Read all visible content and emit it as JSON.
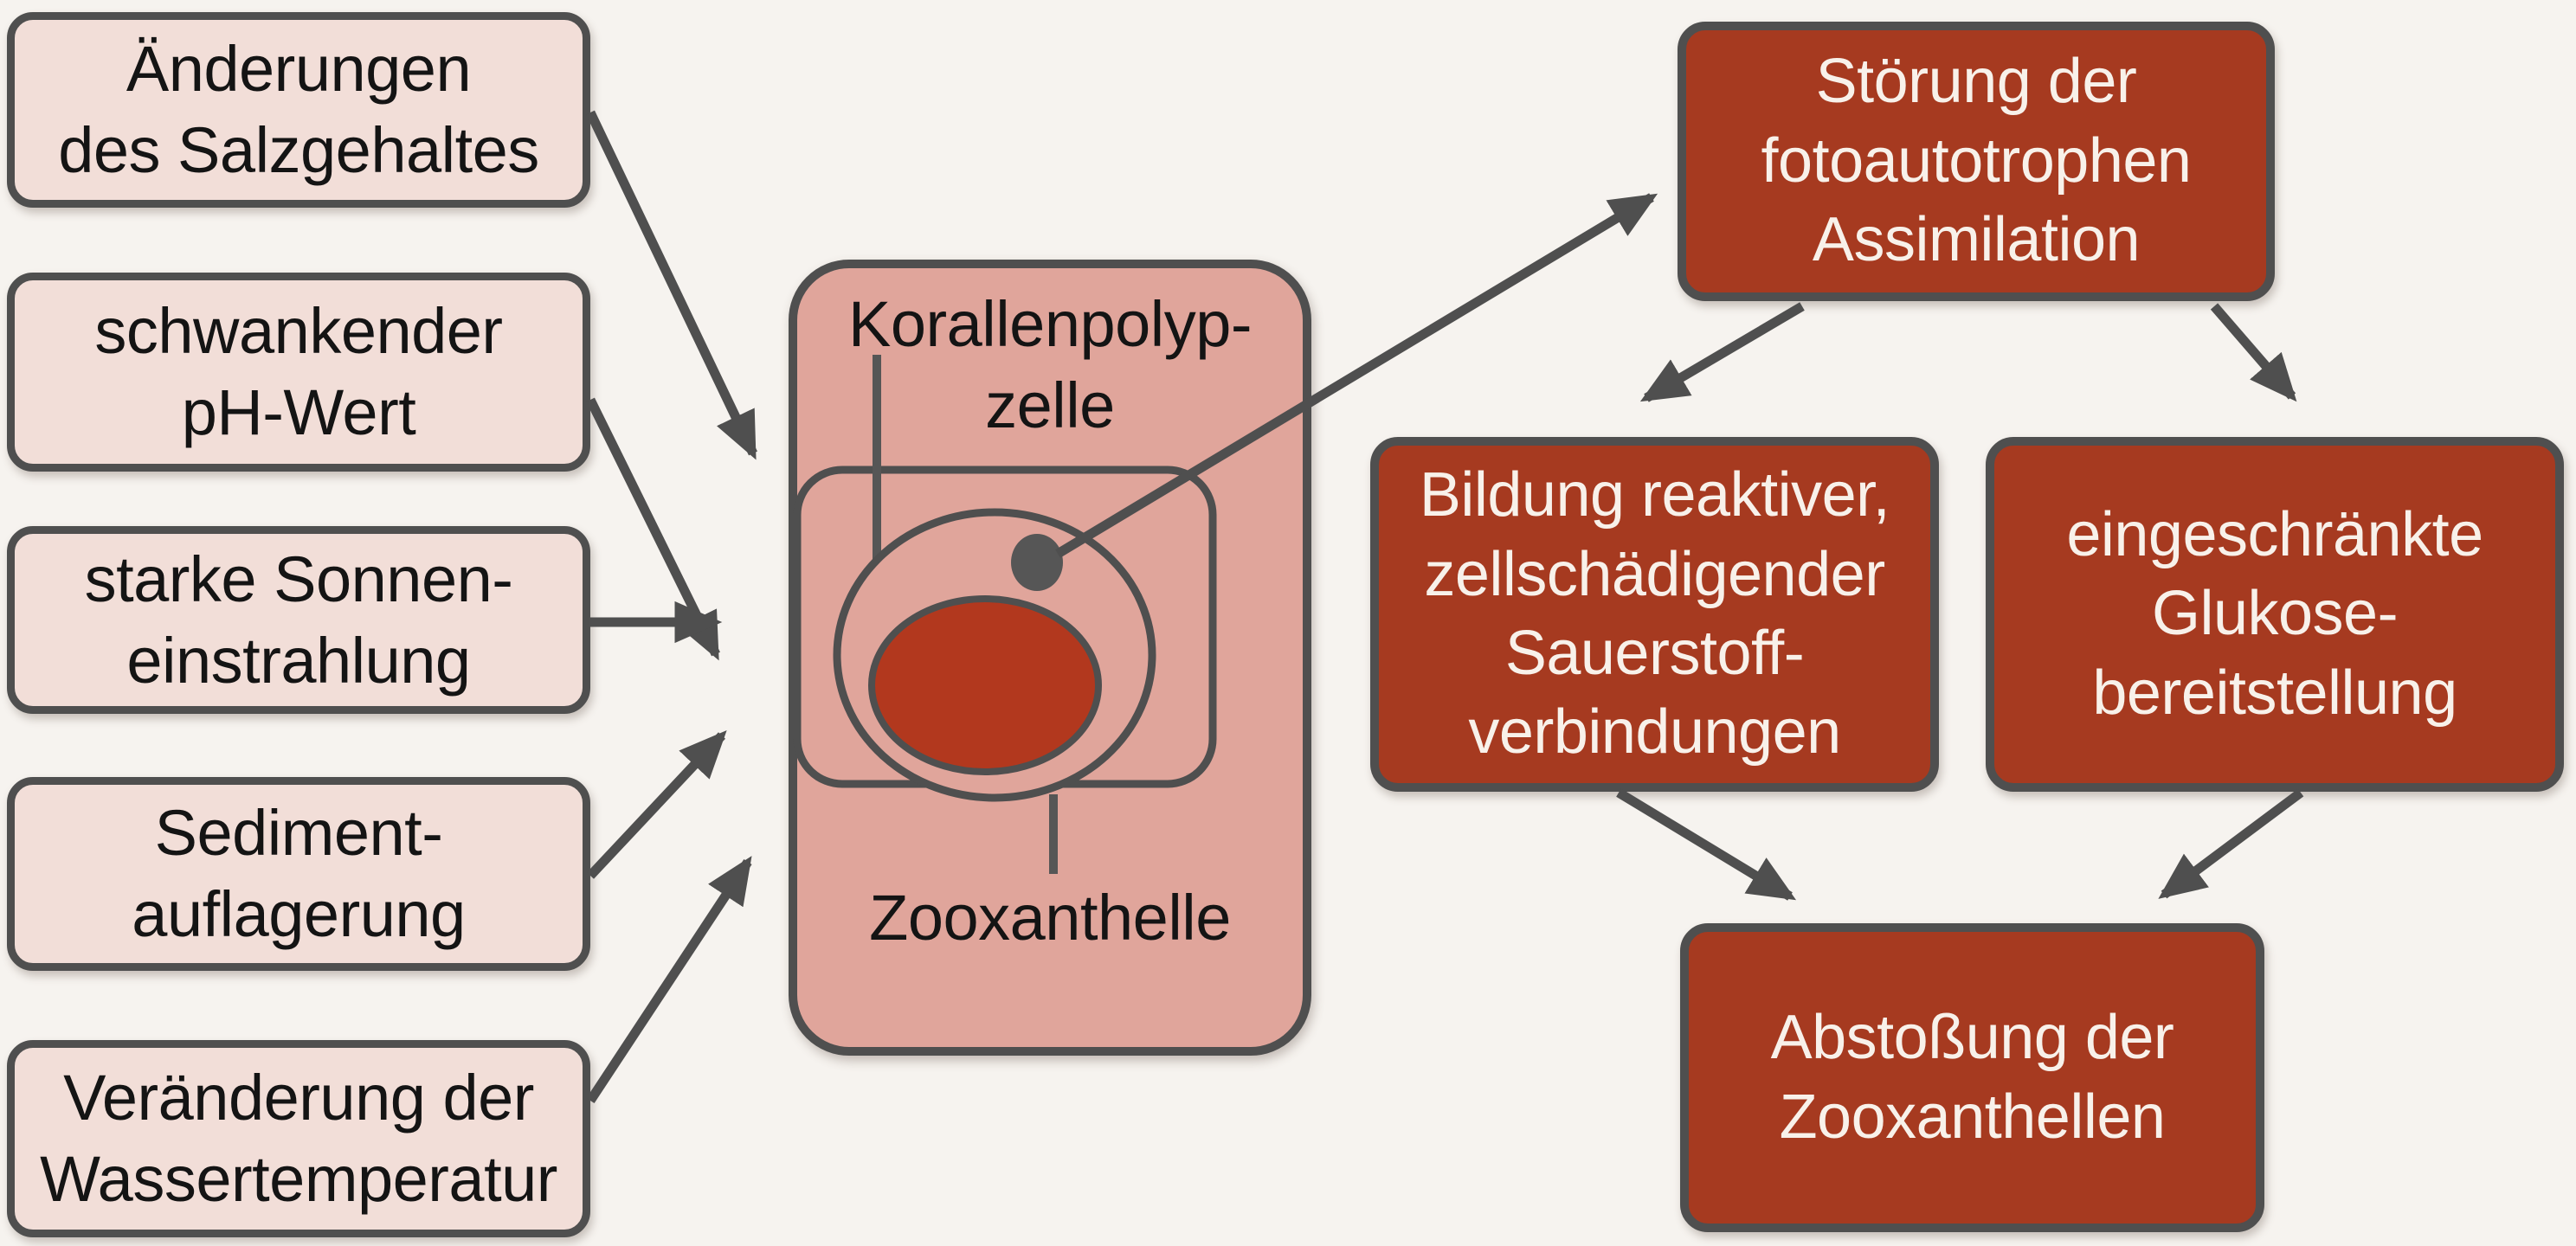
{
  "colors": {
    "background": "#f6f3ef",
    "cause_box_fill": "#f2ded8",
    "cell_fill": "#e0a59b",
    "effect_box_fill": "#a63a20",
    "effect_text": "#f8f1ea",
    "zooxanthella_fill": "#b2381e",
    "nucleus_fill": "#565656",
    "outline": "#4f4f4f",
    "text": "#141414"
  },
  "causes": [
    {
      "id": "salinity",
      "label": "Änderungen\ndes Salzgehaltes"
    },
    {
      "id": "ph",
      "label": "schwankender\npH-Wert"
    },
    {
      "id": "sun",
      "label": "starke Sonnen-\neinstrahlung"
    },
    {
      "id": "sediment",
      "label": "Sediment-\nauflagerung"
    },
    {
      "id": "temperature",
      "label": "Veränderung der\nWassertemperatur"
    }
  ],
  "cell": {
    "title": "Korallenpolyp-\nzelle",
    "organelle": "Zooxanthelle"
  },
  "effects": [
    {
      "id": "assimilation",
      "label": "Störung der\nfotoautotrophen\nAssimilation"
    },
    {
      "id": "oxygen",
      "label": "Bildung reaktiver,\nzellschädigender\nSauerstoff-\nverbindungen"
    },
    {
      "id": "glucose",
      "label": "eingeschränkte\nGlukose-\nbereitstellung"
    },
    {
      "id": "expulsion",
      "label": "Abstoßung der\nZooxanthellen"
    }
  ],
  "connections": [
    {
      "from": "salinity",
      "to": "cell"
    },
    {
      "from": "ph",
      "to": "cell"
    },
    {
      "from": "sun",
      "to": "cell"
    },
    {
      "from": "sediment",
      "to": "cell"
    },
    {
      "from": "temperature",
      "to": "cell"
    },
    {
      "from": "cell",
      "to": "assimilation"
    },
    {
      "from": "assimilation",
      "to": "oxygen"
    },
    {
      "from": "assimilation",
      "to": "glucose"
    },
    {
      "from": "oxygen",
      "to": "expulsion"
    },
    {
      "from": "glucose",
      "to": "expulsion"
    }
  ]
}
